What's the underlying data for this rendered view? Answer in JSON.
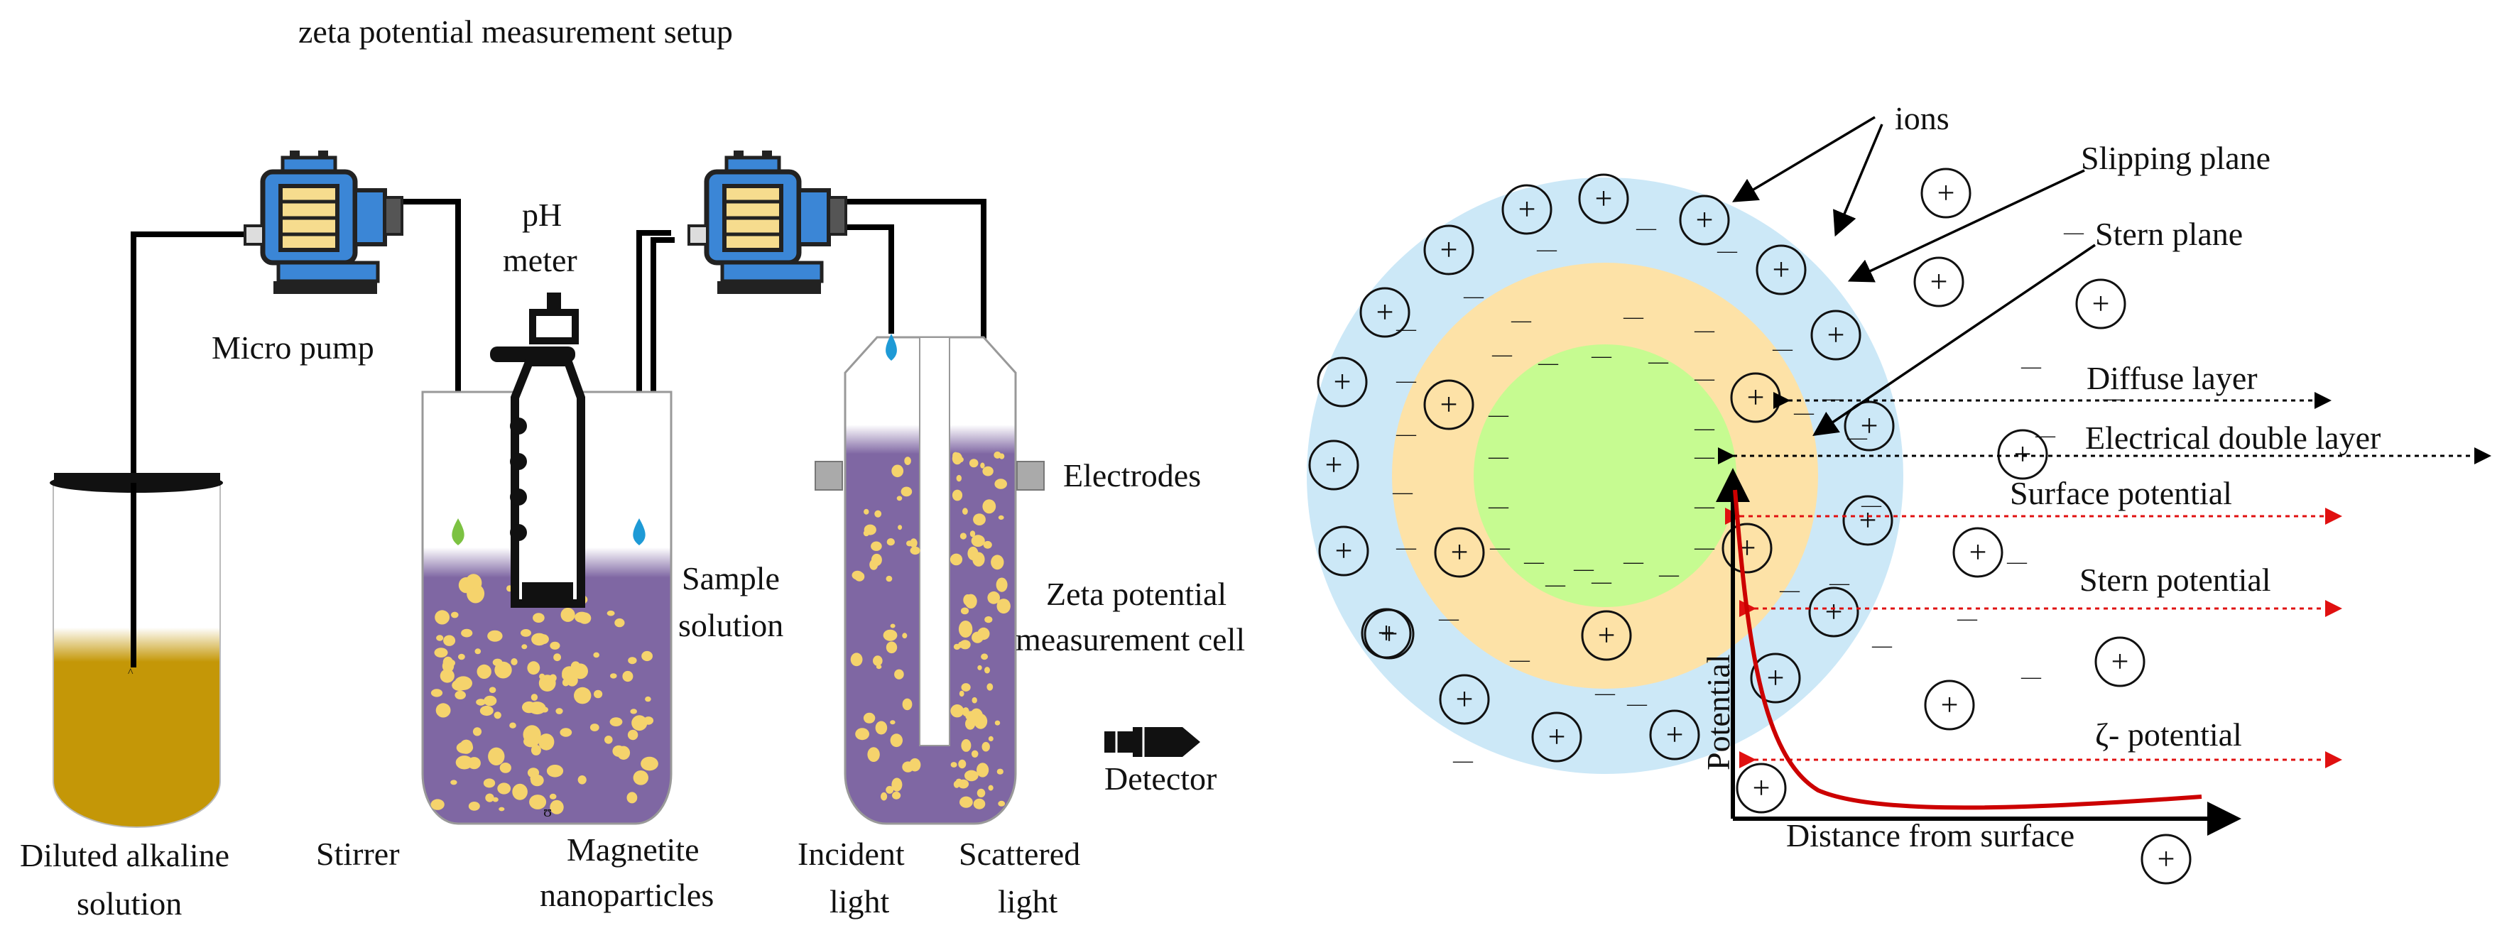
{
  "left_panel": {
    "title": "zeta potential measurement setup",
    "labels": {
      "micro_pump": "Micro pump",
      "ph_meter_line1": "pH",
      "ph_meter_line2": "meter",
      "diluted_line1": "Diluted alkaline",
      "diluted_line2": "solution",
      "stirrer": "Stirrer",
      "magnetite_line1": "Magnetite",
      "magnetite_line2": "nanoparticles",
      "sample_line1": "Sample",
      "sample_line2": "solution",
      "electrodes": "Electrodes",
      "zeta_cell_line1": "Zeta potential",
      "zeta_cell_line2": "measurement cell",
      "detector": "Detector",
      "incident_line1": "Incident",
      "incident_line2": "light",
      "scattered_line1": "Scattered",
      "scattered_line2": "light"
    }
  },
  "right_panel": {
    "labels": {
      "ions": "ions",
      "slipping_plane": "Slipping plane",
      "stern_plane": "Stern plane",
      "diffuse_layer": "Diffuse layer",
      "electrical_double_layer": "Electrical double layer",
      "surface_potential": "Surface potential",
      "stern_potential": "Stern potential",
      "zeta_potential": "ζ- potential",
      "potential_axis": "Potential",
      "distance_axis": "Distance from surface"
    },
    "symbols": {
      "plus": "+",
      "minus": "—"
    }
  },
  "colors": {
    "diffuse_layer": "#cce8f7",
    "stern_layer": "#fde2a7",
    "particle_core": "#c6fb91",
    "sample_liquid": "#7f67a3",
    "alkaline_solution": "#c49707",
    "nanoparticle": "#f5d36c",
    "pump_blue": "#3b86d6",
    "pump_dark": "#222222",
    "pump_coil": "#f6dc8e",
    "potential_curve": "#cc0000",
    "dotted_red": "#e01010",
    "drop_green": "#7cc242",
    "drop_blue": "#1e9ad6"
  }
}
